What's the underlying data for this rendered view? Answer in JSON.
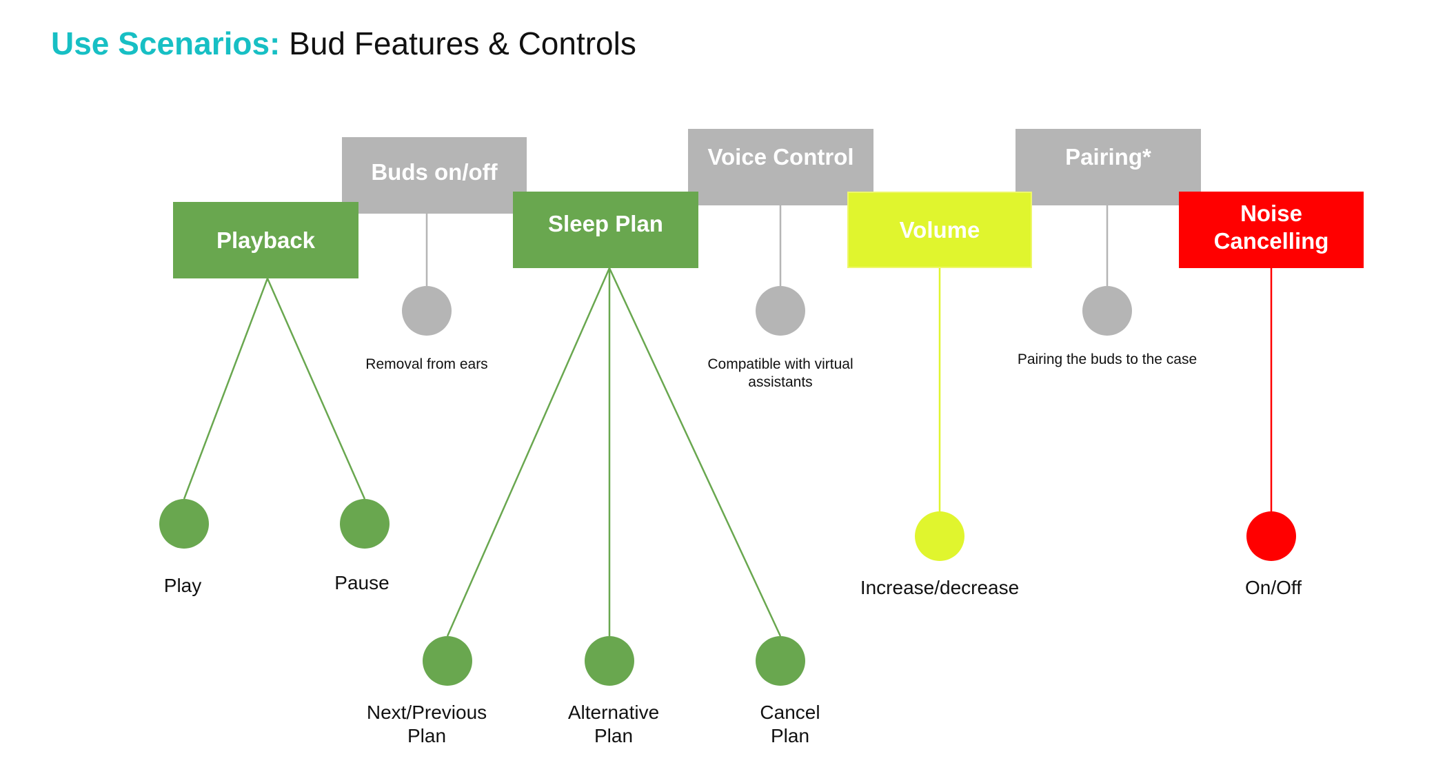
{
  "title": {
    "accent": "Use Scenarios:",
    "rest": " Bud Features & Controls"
  },
  "colors": {
    "accent": "#17bfc4",
    "green": "#69a74f",
    "gray": "#b5b5b5",
    "lime": "#e0f52e",
    "red": "#ff0000"
  },
  "features": [
    {
      "id": "playback",
      "label": "Playback",
      "color": "green",
      "children": [
        "Play",
        "Pause"
      ]
    },
    {
      "id": "buds",
      "label": "Buds on/off",
      "color": "gray",
      "children": [
        "Removal from ears"
      ]
    },
    {
      "id": "sleep",
      "label": "Sleep Plan",
      "color": "green",
      "children": [
        "Next/Previous\nPlan",
        "Alternative\nPlan",
        "Cancel\nPlan"
      ]
    },
    {
      "id": "voice",
      "label": "Voice Control",
      "color": "gray",
      "children": [
        "Compatible with virtual\nassistants"
      ]
    },
    {
      "id": "volume",
      "label": "Volume",
      "color": "lime",
      "children": [
        "Increase/decrease"
      ]
    },
    {
      "id": "pairing",
      "label": "Pairing*",
      "color": "gray",
      "children": [
        "Pairing the buds to the case"
      ]
    },
    {
      "id": "noise",
      "label": "Noise\nCancelling",
      "color": "red",
      "children": [
        "On/Off"
      ]
    }
  ],
  "labels": {
    "playback": "Playback",
    "buds": "Buds on/off",
    "sleep": "Sleep Plan",
    "voice": "Voice Control",
    "volume": "Volume",
    "pairing": "Pairing*",
    "noise_1": "Noise",
    "noise_2": "Cancelling",
    "play": "Play",
    "pause": "Pause",
    "removal": "Removal from ears",
    "voice_1": "Compatible with virtual",
    "voice_2": "assistants",
    "pairing_desc": "Pairing the buds to the case",
    "next_1": "Next/Previous",
    "next_2": "Plan",
    "alt_1": "Alternative",
    "alt_2": "Plan",
    "cancel_1": "Cancel",
    "cancel_2": "Plan",
    "volume_desc": "Increase/decrease",
    "noise_desc": "On/Off"
  }
}
